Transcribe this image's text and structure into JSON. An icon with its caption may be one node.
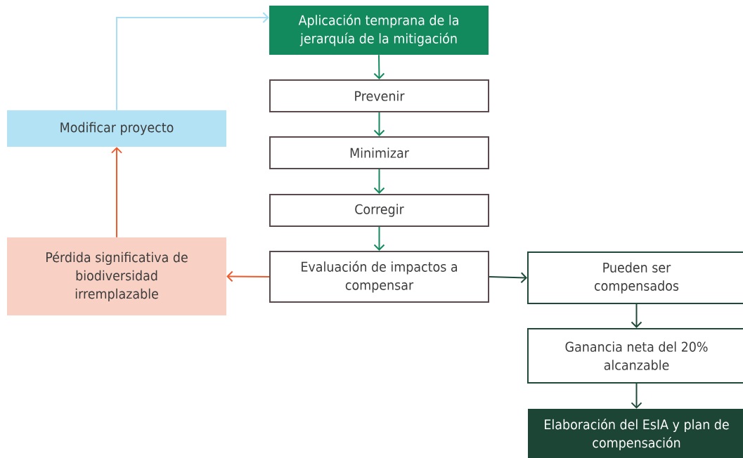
{
  "diagram": {
    "nodes": [
      {
        "text": [
          "Aplicación temprana de la jerarquía de la mitigación"
        ]
      },
      {
        "text": [
          "Prevenir"
        ]
      },
      {
        "text": [
          "Minimizar"
        ]
      },
      {
        "text": [
          "Corregir"
        ]
      },
      {
        "text": [
          "Evaluación de impactos a compensar"
        ]
      },
      {
        "text": [
          "Modificar proyecto"
        ]
      },
      {
        "text": [
          "Pérdida significativa de biodiversidad irremplazable"
        ]
      },
      {
        "text": [
          "Pueden ser compensados"
        ]
      },
      {
        "text": [
          "Ganancia neta del 20% alcanzable"
        ]
      },
      {
        "text": [
          "Elaboración del EsIA y plan de compensación"
        ]
      }
    ],
    "edges": [
      {
        "from": 0,
        "to": 1,
        "arrow": "to"
      },
      {
        "from": 1,
        "to": 2,
        "arrow": "to"
      },
      {
        "from": 2,
        "to": 3,
        "arrow": "to"
      },
      {
        "from": 3,
        "to": 4,
        "arrow": "to"
      },
      {
        "from": 4,
        "to": 6,
        "arrow": "to",
        "color": "#f15a2b"
      },
      {
        "from": 6,
        "to": 5,
        "arrow": "to",
        "color": "#f15a2b"
      },
      {
        "from": 5,
        "to": 0,
        "arrow": "to",
        "color": "#a8def3"
      },
      {
        "from": 4,
        "to": 7,
        "arrow": "to",
        "color": "#1f4a3a"
      },
      {
        "from": 7,
        "to": 8,
        "arrow": "to",
        "color": "#1f4a3a"
      },
      {
        "from": 8,
        "to": 9,
        "arrow": "to",
        "color": "#1f4a3a"
      }
    ]
  }
}
